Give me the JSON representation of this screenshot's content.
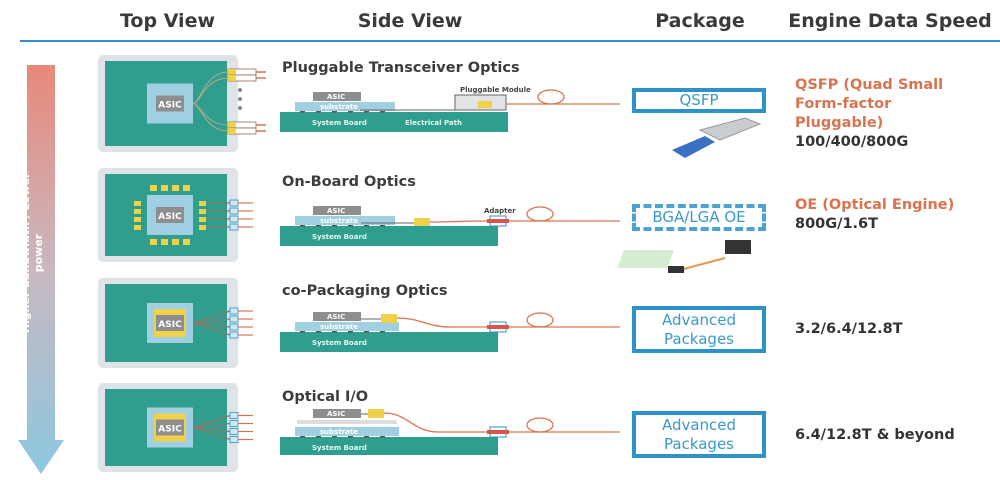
{
  "headers": {
    "top_view": "Top View",
    "side_view": "Side View",
    "package": "Package",
    "speed": "Engine Data Speed"
  },
  "arrow_label": "Higher bandwidth / Lower power",
  "colors": {
    "accent_line": "#2e92c9",
    "board": "#2f9e8f",
    "substrate": "#9fcfe0",
    "asic": "#8e8e8e",
    "optics": "#f0d24a",
    "fiber": "#d9734f",
    "highlight_text": "#d9734f",
    "package_border": "#2e92c9"
  },
  "rows": [
    {
      "title": "Pluggable Transceiver Optics",
      "asic": "ASIC",
      "substrate": "substrate",
      "board": "System Board",
      "extra1": "Electrical Path",
      "extra2": "Pluggable Module",
      "package": "QSFP",
      "engine_name": "QSFP (Quad Small Form-factor Pluggable)",
      "speed": "100/400/800G"
    },
    {
      "title": "On-Board Optics",
      "asic": "ASIC",
      "substrate": "substrate",
      "board": "System Board",
      "extra2": "Adapter",
      "package": "BGA/LGA OE",
      "engine_name": "OE (Optical Engine)",
      "speed": "800G/1.6T"
    },
    {
      "title": "co-Packaging Optics",
      "asic": "ASIC",
      "substrate": "substrate",
      "board": "System Board",
      "package": "Advanced Packages",
      "speed": "3.2/6.4/12.8T"
    },
    {
      "title": "Optical I/O",
      "asic": "ASIC",
      "substrate": "substrate",
      "board": "System Board",
      "package": "Advanced Packages",
      "speed": "6.4/12.8T & beyond"
    }
  ]
}
